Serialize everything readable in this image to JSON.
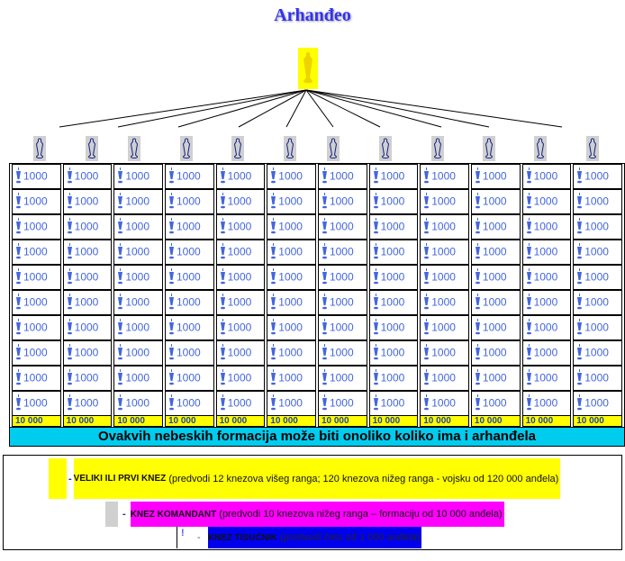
{
  "title": "Arhanđeo",
  "columns": 12,
  "cell_value": "1000",
  "rows": 10,
  "column_total": "10 000",
  "banner": "Ovakvih nebeskih formacija može biti onoliko koliko ima i arhanđela",
  "legend": [
    {
      "name": "VELIKI ILI PRVI KNEZ",
      "desc": "(predvodi 12 knezova višeg ranga; 120 knezova nižeg ranga - vojsku od 120 000 anđela)",
      "color": "#ffff00"
    },
    {
      "name": "KNEZ  KOMANDANT",
      "desc": "(predvodi 10 knezova nižeg ranga – formaciju od 10 000 anđela)",
      "color": "#ff00ff"
    },
    {
      "name": "KNEZ TISUĆNIK",
      "desc": "(predvodi četu od 1 000 anđela)",
      "color": "#0000ee"
    }
  ],
  "dash": "-"
}
